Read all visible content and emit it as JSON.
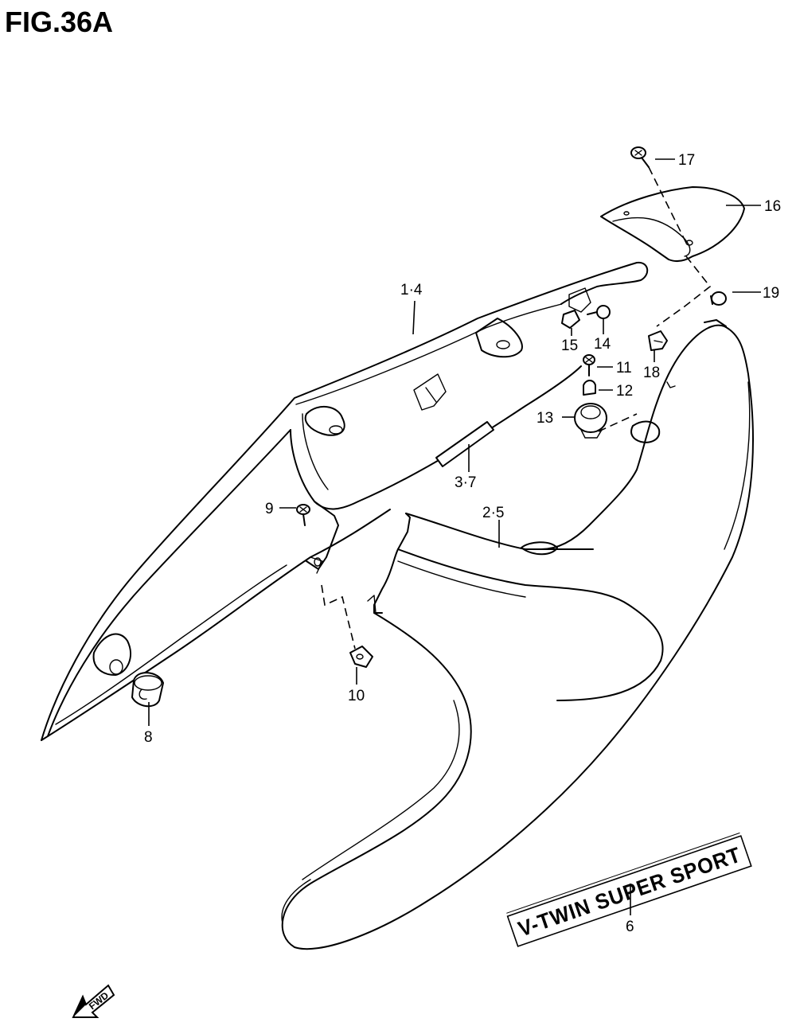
{
  "figure": {
    "title": "FIG.36A",
    "callouts": {
      "c1_4": "1·4",
      "c2_5": "2·5",
      "c3_7": "3·7",
      "c6": "6",
      "c8": "8",
      "c9": "9",
      "c10": "10",
      "c11": "11",
      "c12": "12",
      "c13": "13",
      "c14": "14",
      "c15": "15",
      "c16": "16",
      "c17": "17",
      "c18": "18",
      "c19": "19"
    },
    "decal_text": "V-TWIN SUPER SPORT",
    "fwd_label": "FWD"
  }
}
